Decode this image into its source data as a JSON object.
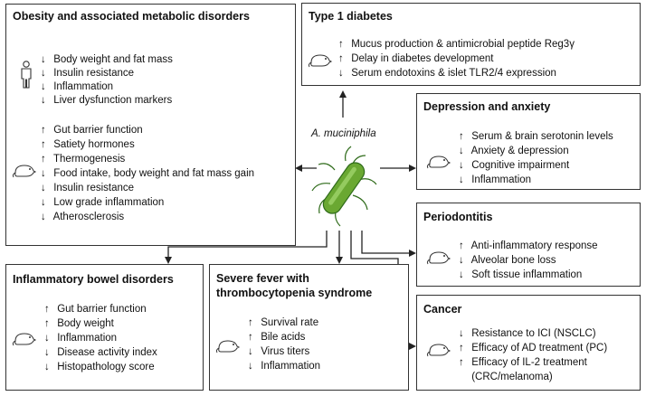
{
  "organism": "A. muciniphila",
  "boxes": {
    "obesity": {
      "title": "Obesity and associated metabolic disorders",
      "human_items": [
        {
          "dir": "↓",
          "text": "Body weight and fat mass"
        },
        {
          "dir": "↓",
          "text": "Insulin resistance"
        },
        {
          "dir": "↓",
          "text": "Inflammation"
        },
        {
          "dir": "↓",
          "text": "Liver dysfunction markers"
        }
      ],
      "mouse_items": [
        {
          "dir": "↑",
          "text": "Gut barrier function"
        },
        {
          "dir": "↑",
          "text": "Satiety hormones"
        },
        {
          "dir": "↑",
          "text": "Thermogenesis"
        },
        {
          "dir": "↓",
          "text": "Food intake, body weight and fat mass gain"
        },
        {
          "dir": "↓",
          "text": "Insulin resistance"
        },
        {
          "dir": "↓",
          "text": "Low grade inflammation"
        },
        {
          "dir": "↓",
          "text": "Atherosclerosis"
        }
      ]
    },
    "t1d": {
      "title": "Type 1 diabetes",
      "items": [
        {
          "dir": "↑",
          "text": "Mucus production & antimicrobial peptide Reg3γ"
        },
        {
          "dir": "↑",
          "text": "Delay in diabetes development"
        },
        {
          "dir": "↓",
          "text": "Serum endotoxins & islet TLR2/4 expression"
        }
      ]
    },
    "depression": {
      "title": "Depression and anxiety",
      "items": [
        {
          "dir": "↑",
          "text": "Serum & brain serotonin levels"
        },
        {
          "dir": "↓",
          "text": "Anxiety & depression"
        },
        {
          "dir": "↓",
          "text": "Cognitive impairment"
        },
        {
          "dir": "↓",
          "text": "Inflammation"
        }
      ]
    },
    "periodontitis": {
      "title": "Periodontitis",
      "items": [
        {
          "dir": "↑",
          "text": "Anti-inflammatory response"
        },
        {
          "dir": "↓",
          "text": "Alveolar bone loss"
        },
        {
          "dir": "↓",
          "text": "Soft tissue inflammation"
        }
      ]
    },
    "ibd": {
      "title": "Inflammatory bowel disorders",
      "items": [
        {
          "dir": "↑",
          "text": "Gut barrier function"
        },
        {
          "dir": "↑",
          "text": "Body weight"
        },
        {
          "dir": "↓",
          "text": "Inflammation"
        },
        {
          "dir": "↓",
          "text": "Disease activity index"
        },
        {
          "dir": "↓",
          "text": "Histopathology score"
        }
      ]
    },
    "sfts": {
      "title_line1": "Severe fever with",
      "title_line2": "thrombocytopenia syndrome",
      "items": [
        {
          "dir": "↑",
          "text": "Survival rate"
        },
        {
          "dir": "↑",
          "text": "Bile acids"
        },
        {
          "dir": "↓",
          "text": "Virus titers"
        },
        {
          "dir": "↓",
          "text": "Inflammation"
        }
      ]
    },
    "cancer": {
      "title": "Cancer",
      "items": [
        {
          "dir": "↓",
          "text": "Resistance to ICI (NSCLC)"
        },
        {
          "dir": "↑",
          "text": "Efficacy of AD treatment (PC)"
        },
        {
          "dir": "↑",
          "text": "Efficacy of IL-2 treatment"
        },
        {
          "dir": "",
          "text": "(CRC/melanoma)"
        }
      ]
    }
  },
  "icons": {
    "human": "human-figure-icon",
    "mouse": "mouse-icon"
  },
  "colors": {
    "bacterium_fill": "#6aa832",
    "bacterium_dark": "#2f6b1a",
    "line": "#222222"
  }
}
